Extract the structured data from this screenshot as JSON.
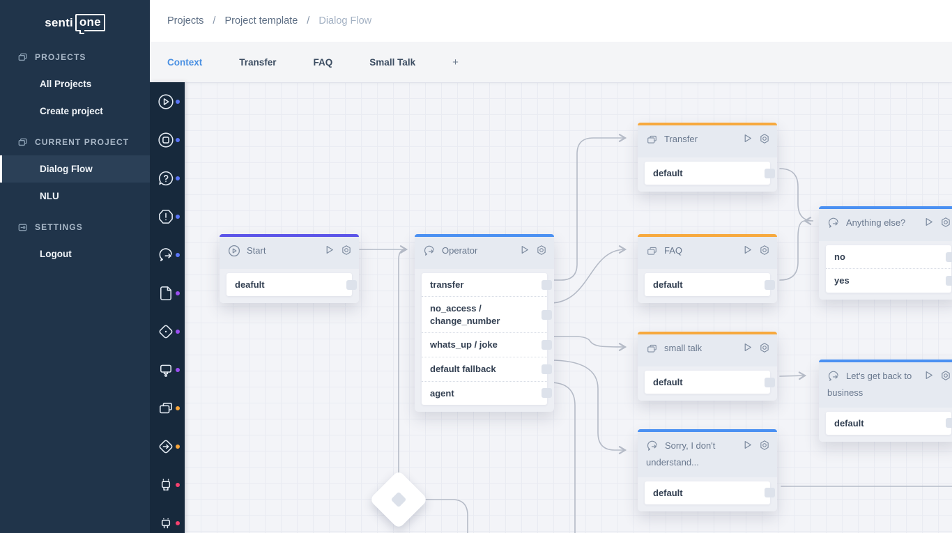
{
  "brand": {
    "logo_left": "senti",
    "logo_right": "one"
  },
  "breadcrumb": {
    "separator": "/",
    "items": [
      "Projects",
      "Project template",
      "Dialog Flow"
    ]
  },
  "tabs": {
    "active": "Context",
    "items": [
      "Context",
      "Transfer",
      "FAQ",
      "Small Talk"
    ],
    "add_label": "+"
  },
  "sidebar": {
    "sections": [
      {
        "header": "PROJECTS",
        "icon": "stack-icon",
        "items": [
          {
            "label": "All Projects"
          },
          {
            "label": "Create project"
          }
        ]
      },
      {
        "header": "CURRENT PROJECT",
        "icon": "stack-icon",
        "items": [
          {
            "label": "Dialog Flow",
            "active": true
          },
          {
            "label": "NLU"
          }
        ]
      },
      {
        "header": "SETTINGS",
        "icon": "settings-icon",
        "items": [
          {
            "label": "Logout"
          }
        ]
      }
    ]
  },
  "toolbar": {
    "icons": [
      {
        "name": "play-circle-icon",
        "dot": "#5b76f7"
      },
      {
        "name": "stop-circle-icon",
        "dot": "#5b76f7"
      },
      {
        "name": "question-bubble-icon",
        "dot": "#5b76f7"
      },
      {
        "name": "warning-octagon-icon",
        "dot": "#5b76f7"
      },
      {
        "name": "chat-forward-icon",
        "dot": "#5b76f7"
      },
      {
        "name": "file-icon",
        "dot": "#9b4ff0"
      },
      {
        "name": "diamond-dot-icon",
        "dot": "#9b4ff0"
      },
      {
        "name": "device-icon",
        "dot": "#9b4ff0"
      },
      {
        "name": "copy-stack-icon",
        "dot": "#f7a53b"
      },
      {
        "name": "diamond-arrow-icon",
        "dot": "#f7a53b"
      },
      {
        "name": "robot-icon",
        "dot": "#f4416f"
      },
      {
        "name": "robot-2-icon",
        "dot": "#f4416f"
      }
    ]
  },
  "canvas": {
    "nodes": [
      {
        "id": "start",
        "title": "Start",
        "accent": "#5b54e8",
        "icon": "play-circle-icon",
        "rows": [
          "deafult"
        ]
      },
      {
        "id": "operator",
        "title": "Operator",
        "accent": "#4a90f2",
        "icon": "chat-arrow-icon",
        "rows": [
          "transfer",
          "no_access / change_number",
          "whats_up / joke",
          "default fallback",
          "agent"
        ]
      },
      {
        "id": "transfer",
        "title": "Transfer",
        "accent": "#f7a93e",
        "icon": "copy-stack-icon",
        "rows": [
          "default"
        ]
      },
      {
        "id": "faq",
        "title": "FAQ",
        "accent": "#f7a93e",
        "icon": "copy-stack-icon",
        "rows": [
          "default"
        ]
      },
      {
        "id": "small-talk",
        "title": "small talk",
        "accent": "#f7a93e",
        "icon": "copy-stack-icon",
        "rows": [
          "default"
        ]
      },
      {
        "id": "sorry",
        "title": "Sorry, I don't understand...",
        "accent": "#4a90f2",
        "icon": "chat-arrow-icon",
        "rows": [
          "default"
        ]
      },
      {
        "id": "anything-else",
        "title": "Anything else?",
        "accent": "#4a90f2",
        "icon": "chat-arrow-icon",
        "rows": [
          "no",
          "yes"
        ]
      },
      {
        "id": "back-to-business",
        "title": "Let's get back to business",
        "accent": "#4a90f2",
        "icon": "chat-arrow-icon",
        "rows": [
          "default"
        ]
      }
    ],
    "connections": [
      {
        "from": "start",
        "to": "operator"
      },
      {
        "from": "diamond",
        "to": "operator"
      },
      {
        "from": "operator.transfer",
        "to": "transfer"
      },
      {
        "from": "operator.no_access / change_number",
        "to": "faq"
      },
      {
        "from": "operator.whats_up / joke",
        "to": "small-talk"
      },
      {
        "from": "operator.default fallback",
        "to": "sorry"
      },
      {
        "from": "operator.agent",
        "to": "offscreen-bottom"
      },
      {
        "from": "transfer.default",
        "to": "anything-else"
      },
      {
        "from": "faq.default",
        "to": "anything-else"
      },
      {
        "from": "small-talk.default",
        "to": "back-to-business"
      },
      {
        "from": "sorry.default",
        "to": "offscreen-right"
      },
      {
        "from": "diamond",
        "to": "offscreen-bottom"
      }
    ],
    "colors": {
      "wire": "#b5bbc7",
      "accent_blue": "#4a90f2",
      "accent_orange": "#f7a93e",
      "accent_indigo": "#5b54e8",
      "active_tab": "#4a90e2"
    }
  }
}
